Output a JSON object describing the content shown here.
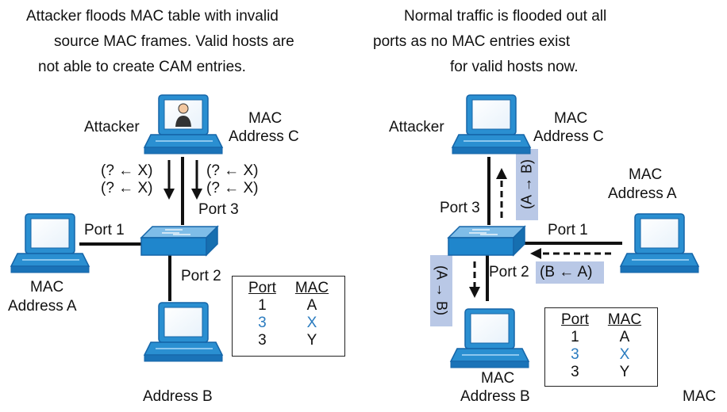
{
  "captions": {
    "left_line1": "Attacker floods MAC table with invalid",
    "left_line2": "source MAC frames. Valid hosts are",
    "left_line3": "not able to create CAM entries.",
    "right_line1": "Normal traffic is flooded out all",
    "right_line2": "ports as no MAC entries exist",
    "right_line3": "for valid hosts now."
  },
  "left": {
    "attacker": "Attacker",
    "mac_c_1": "MAC",
    "mac_c_2": "Address C",
    "frame_1": "(? ← X)",
    "frame_2": "(? ← X)",
    "frame_3": "(? ← X)",
    "frame_4": "(? ← X)",
    "port1": "Port 1",
    "port2": "Port 2",
    "port3": "Port 3",
    "mac_a_1": "MAC",
    "mac_a_2": "Address A",
    "mac_b_2": "Address B",
    "table": {
      "headers": [
        "Port",
        "MAC"
      ],
      "rows": [
        [
          "1",
          "A"
        ],
        [
          "3",
          "X"
        ],
        [
          "3",
          "Y"
        ]
      ]
    }
  },
  "right": {
    "attacker": "Attacker",
    "mac_c_1": "MAC",
    "mac_c_2": "Address C",
    "mac_a_1": "MAC",
    "mac_a_2": "Address A",
    "port1": "Port 1",
    "port2": "Port 2",
    "port3": "Port 3",
    "frame_up": "(A → B)",
    "frame_in": "(B ← A)",
    "frame_down": "(A → B)",
    "mac_b_1": "MAC",
    "mac_b_2": "Address B",
    "trailing": "MAC",
    "table": {
      "headers": [
        "Port",
        "MAC"
      ],
      "rows": [
        [
          "1",
          "A"
        ],
        [
          "3",
          "X"
        ],
        [
          "3",
          "Y"
        ]
      ]
    }
  },
  "colors": {
    "highlight_row": "#2a7bbf",
    "frame_box": "#b9c8e6",
    "device_fill": "#2a8fd1",
    "device_dark": "#1565a8"
  }
}
